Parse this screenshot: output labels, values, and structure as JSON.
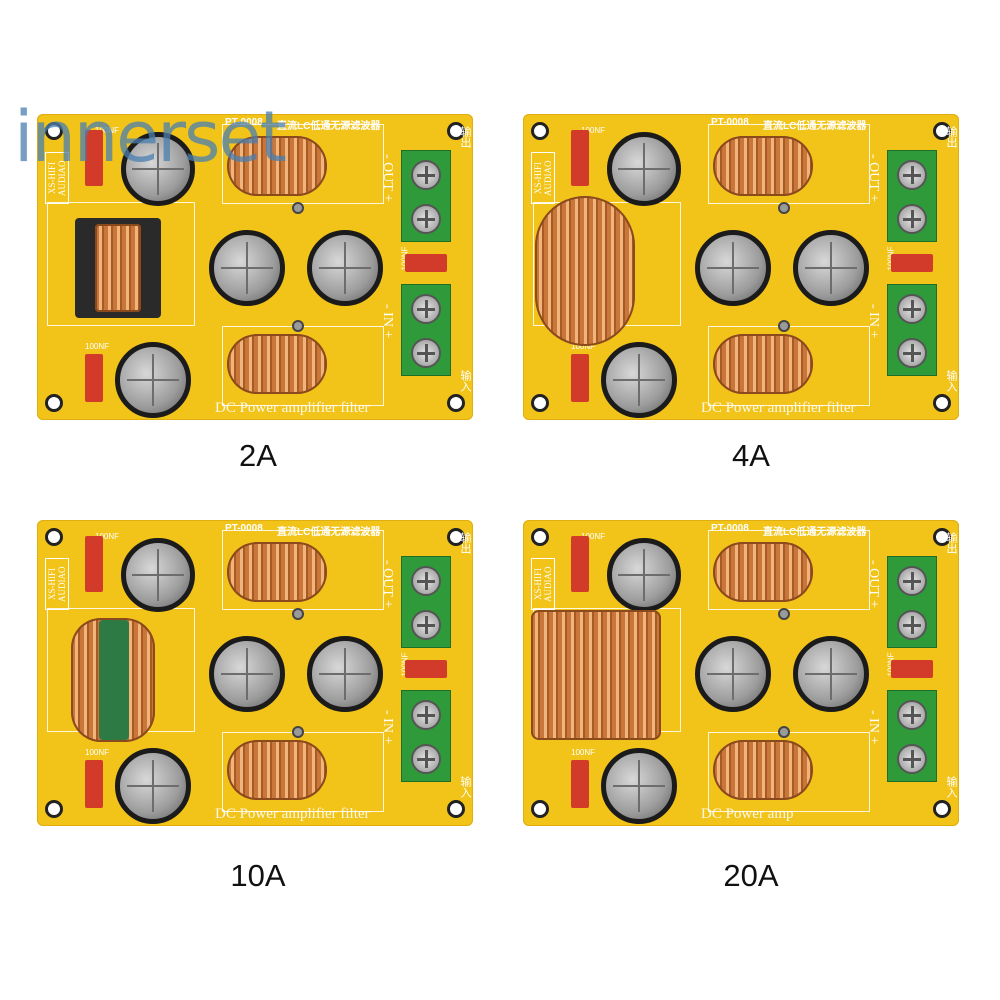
{
  "watermark": "innerset",
  "panels": [
    {
      "label": "2A",
      "model": "PT-0008",
      "chinese_title": "直流LC低通无源滤波器",
      "bottom_text": "DC Power amplifier filter",
      "brand": "XS-HIFI AUDIAO",
      "cap_label_top": "100NF",
      "cap_label_bottom": "100NF",
      "cap_label_mid": "100NF",
      "out_label": "- OUT +",
      "in_label": "- IN +",
      "out_cjk": "输出",
      "in_cjk": "输入"
    },
    {
      "label": "4A",
      "model": "PT-0008",
      "chinese_title": "直流LC低通无源滤波器",
      "bottom_text": "DC Power amplifier filter",
      "brand": "XS-HIFI AUDIAO",
      "cap_label_top": "100NF",
      "cap_label_bottom": "100NF",
      "cap_label_mid": "100NF",
      "out_label": "- OUT +",
      "in_label": "- IN +",
      "out_cjk": "输出",
      "in_cjk": "输入"
    },
    {
      "label": "10A",
      "model": "PT-0008",
      "chinese_title": "直流LC低通无源滤波器",
      "bottom_text": "DC Power amplifier filter",
      "brand": "XS-HIFI AUDIAO",
      "cap_label_top": "100NF",
      "cap_label_bottom": "100NF",
      "cap_label_mid": "100NF",
      "out_label": "- OUT +",
      "in_label": "- IN +",
      "out_cjk": "输出",
      "in_cjk": "输入"
    },
    {
      "label": "20A",
      "model": "PT-0008",
      "chinese_title": "直流LC低通无源滤波器",
      "bottom_text": "DC Power amp",
      "brand": "XS-HIFI AUDIAO",
      "cap_label_top": "100NF",
      "cap_label_bottom": "100NF",
      "cap_label_mid": "100NF",
      "out_label": "- OUT +",
      "in_label": "- IN +",
      "out_cjk": "输出",
      "in_cjk": "输入"
    }
  ]
}
